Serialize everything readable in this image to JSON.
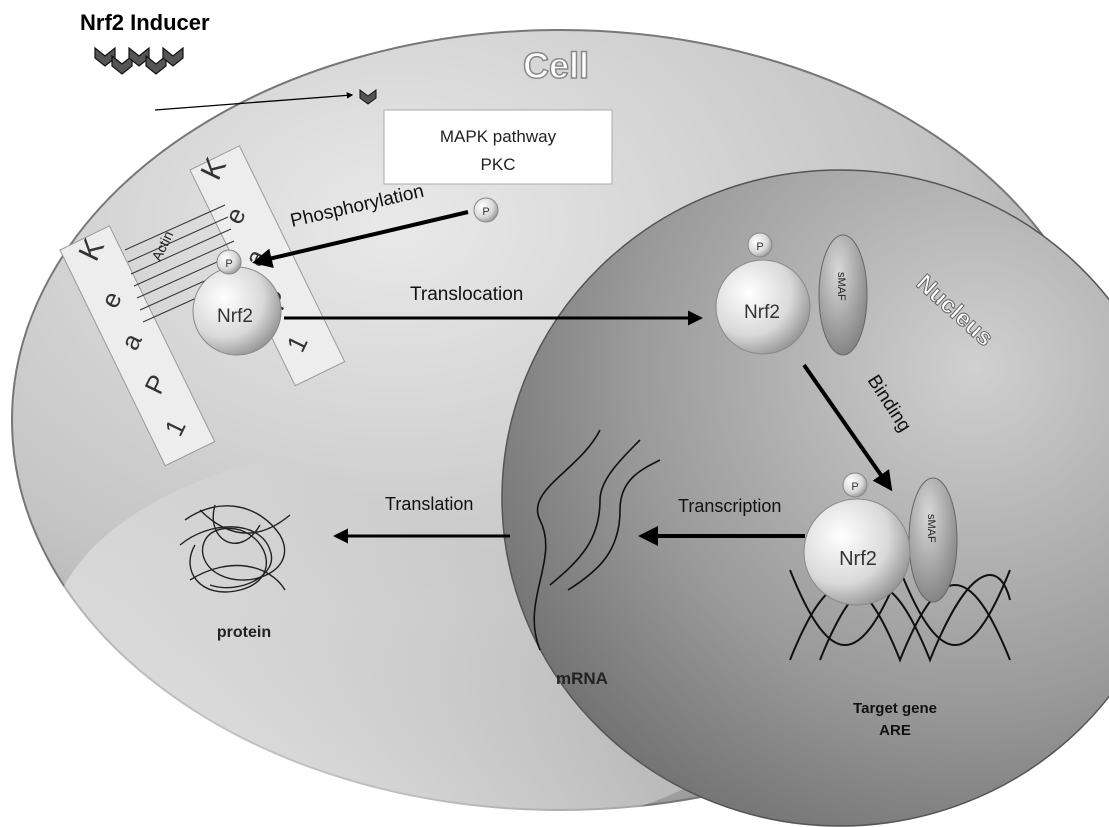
{
  "labels": {
    "inducer": "Nrf2 Inducer",
    "cell": "Cell",
    "pathway_line1": "MAPK pathway",
    "pathway_line2": "PKC",
    "phosphorylation": "Phosphorylation",
    "keap_left": [
      "K",
      "e",
      "a",
      "P",
      "1"
    ],
    "keap_right": [
      "K",
      "e",
      "a",
      "P",
      "1"
    ],
    "actin": "Actin",
    "p": "P",
    "nrf2": "Nrf2",
    "translocation": "Translocation",
    "nucleus": "Nucleus",
    "smaf": "sMAF",
    "binding": "Binding",
    "transcription": "Transcription",
    "translation": "Translation",
    "protein": "protein",
    "mrna": "mRNA",
    "target_line1": "Target gene",
    "target_line2": "ARE"
  }
}
